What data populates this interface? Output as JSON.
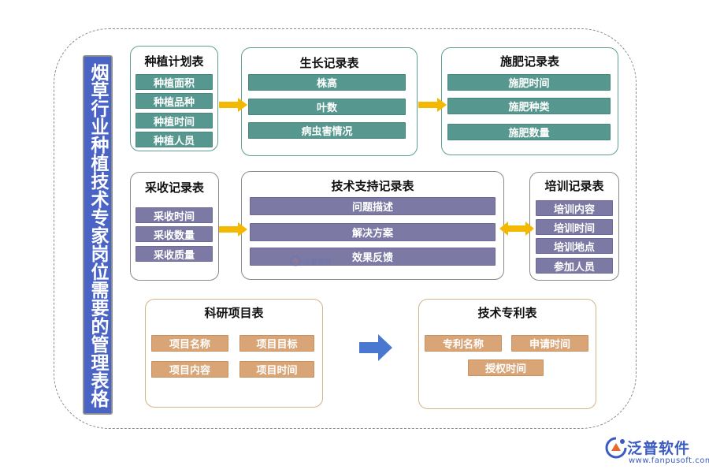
{
  "side_title": "烟草行业种植技术专家岗位需要的管理表格",
  "tables": {
    "planting_plan": {
      "title": "种植计划表",
      "fields": [
        "种植面积",
        "种植品种",
        "种植时间",
        "种植人员"
      ]
    },
    "growth_record": {
      "title": "生长记录表",
      "fields": [
        "株高",
        "叶数",
        "病虫害情况"
      ]
    },
    "fertilize_record": {
      "title": "施肥记录表",
      "fields": [
        "施肥时间",
        "施肥种类",
        "施肥数量"
      ]
    },
    "harvest_record": {
      "title": "采收记录表",
      "fields": [
        "采收时间",
        "采收数量",
        "采收质量"
      ]
    },
    "tech_support_record": {
      "title": "技术支持记录表",
      "fields": [
        "问题描述",
        "解决方案",
        "效果反馈"
      ]
    },
    "training_record": {
      "title": "培训记录表",
      "fields": [
        "培训内容",
        "培训时间",
        "培训地点",
        "参加人员"
      ]
    },
    "research_project": {
      "title": "科研项目表",
      "fields": [
        "项目名称",
        "项目目标",
        "项目内容",
        "项目时间"
      ]
    },
    "tech_patent": {
      "title": "技术专利表",
      "fields": [
        "专利名称",
        "申请时间",
        "授权时间"
      ]
    }
  },
  "brand": {
    "name": "泛普软件",
    "url": "www.fanpusoft.com"
  },
  "watermark": {
    "text": "泛普软件"
  },
  "colors": {
    "title_bar": "#4a64c6",
    "teal": "#56988f",
    "purple": "#7c7aa5",
    "tan": "#d9a577",
    "arrow_yellow": "#f5b800",
    "arrow_blue": "#4a78d0"
  }
}
